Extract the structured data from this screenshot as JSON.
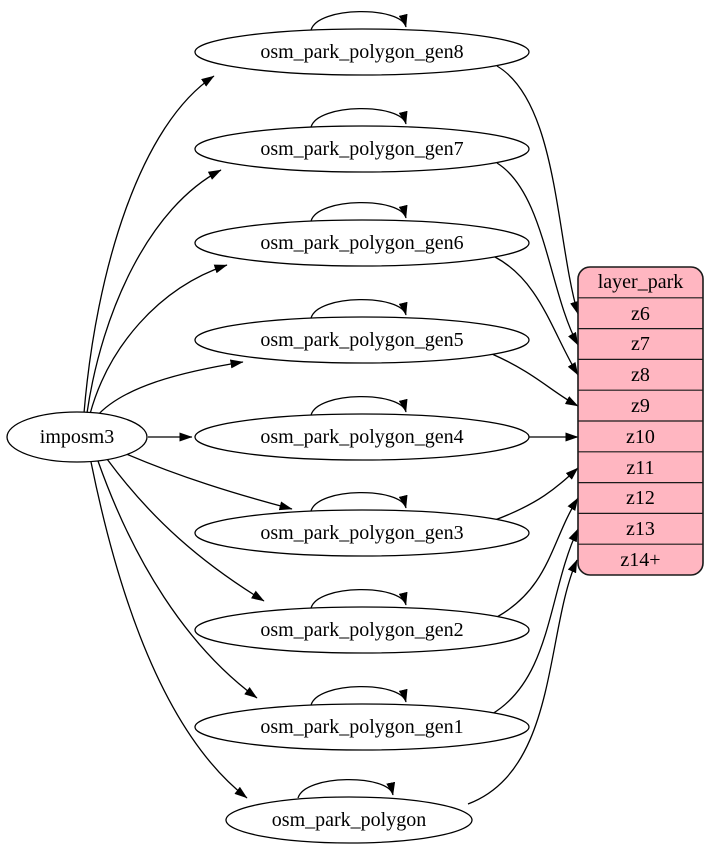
{
  "diagram": {
    "source": "imposm3",
    "tables": [
      "osm_park_polygon_gen8",
      "osm_park_polygon_gen7",
      "osm_park_polygon_gen6",
      "osm_park_polygon_gen5",
      "osm_park_polygon_gen4",
      "osm_park_polygon_gen3",
      "osm_park_polygon_gen2",
      "osm_park_polygon_gen1",
      "osm_park_polygon"
    ],
    "layer": {
      "title": "layer_park",
      "rows": [
        "z6",
        "z7",
        "z8",
        "z9",
        "z10",
        "z11",
        "z12",
        "z13",
        "z14+"
      ]
    },
    "edges": [
      {
        "from": "imposm3",
        "to": "osm_park_polygon_gen8"
      },
      {
        "from": "imposm3",
        "to": "osm_park_polygon_gen7"
      },
      {
        "from": "imposm3",
        "to": "osm_park_polygon_gen6"
      },
      {
        "from": "imposm3",
        "to": "osm_park_polygon_gen5"
      },
      {
        "from": "imposm3",
        "to": "osm_park_polygon_gen4"
      },
      {
        "from": "imposm3",
        "to": "osm_park_polygon_gen3"
      },
      {
        "from": "imposm3",
        "to": "osm_park_polygon_gen2"
      },
      {
        "from": "imposm3",
        "to": "osm_park_polygon_gen1"
      },
      {
        "from": "imposm3",
        "to": "osm_park_polygon"
      },
      {
        "from": "osm_park_polygon_gen8",
        "to": "osm_park_polygon_gen8"
      },
      {
        "from": "osm_park_polygon_gen7",
        "to": "osm_park_polygon_gen7"
      },
      {
        "from": "osm_park_polygon_gen6",
        "to": "osm_park_polygon_gen6"
      },
      {
        "from": "osm_park_polygon_gen5",
        "to": "osm_park_polygon_gen5"
      },
      {
        "from": "osm_park_polygon_gen4",
        "to": "osm_park_polygon_gen4"
      },
      {
        "from": "osm_park_polygon_gen3",
        "to": "osm_park_polygon_gen3"
      },
      {
        "from": "osm_park_polygon_gen2",
        "to": "osm_park_polygon_gen2"
      },
      {
        "from": "osm_park_polygon_gen1",
        "to": "osm_park_polygon_gen1"
      },
      {
        "from": "osm_park_polygon",
        "to": "osm_park_polygon"
      },
      {
        "from": "osm_park_polygon_gen8",
        "to": "layer_park",
        "row": "z6"
      },
      {
        "from": "osm_park_polygon_gen7",
        "to": "layer_park",
        "row": "z7"
      },
      {
        "from": "osm_park_polygon_gen6",
        "to": "layer_park",
        "row": "z8"
      },
      {
        "from": "osm_park_polygon_gen5",
        "to": "layer_park",
        "row": "z9"
      },
      {
        "from": "osm_park_polygon_gen4",
        "to": "layer_park",
        "row": "z10"
      },
      {
        "from": "osm_park_polygon_gen3",
        "to": "layer_park",
        "row": "z11"
      },
      {
        "from": "osm_park_polygon_gen2",
        "to": "layer_park",
        "row": "z12"
      },
      {
        "from": "osm_park_polygon_gen1",
        "to": "layer_park",
        "row": "z13"
      },
      {
        "from": "osm_park_polygon",
        "to": "layer_park",
        "row": "z14+"
      }
    ],
    "colors": {
      "layer_fill": "#ffb6c1",
      "table_fill": "#ffffff",
      "stroke": "#000000"
    }
  }
}
